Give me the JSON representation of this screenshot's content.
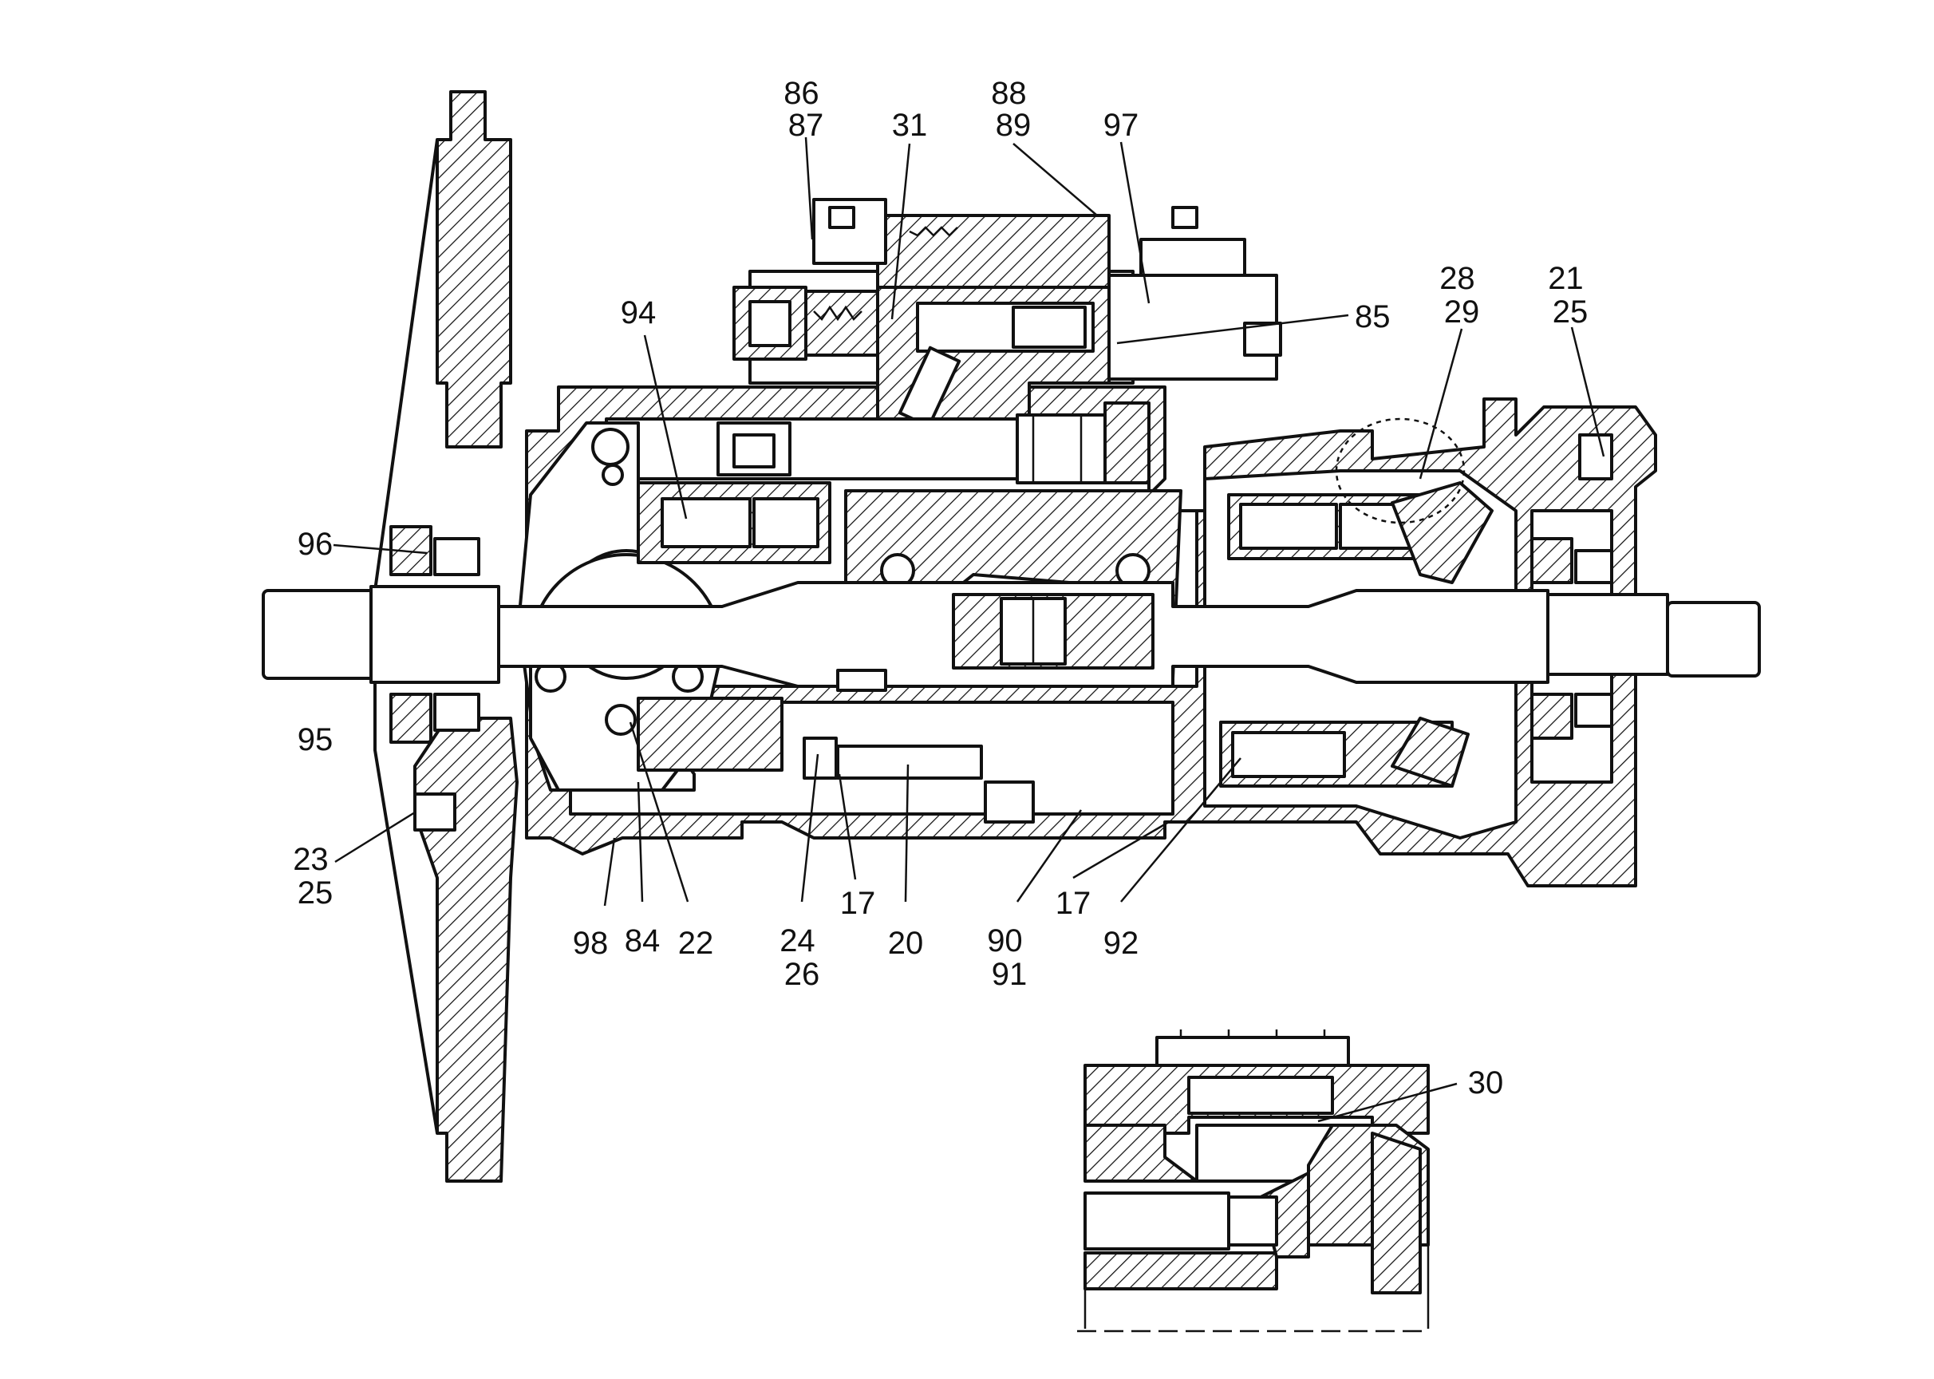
{
  "diagram": {
    "callouts": [
      {
        "id": "c86",
        "lines": [
          "86",
          "87"
        ]
      },
      {
        "id": "c31",
        "lines": [
          "31"
        ]
      },
      {
        "id": "c88",
        "lines": [
          "88",
          "89"
        ]
      },
      {
        "id": "c97",
        "lines": [
          "97"
        ]
      },
      {
        "id": "c94",
        "lines": [
          "94"
        ]
      },
      {
        "id": "c85",
        "lines": [
          "85"
        ]
      },
      {
        "id": "c28",
        "lines": [
          "28",
          "29"
        ]
      },
      {
        "id": "c21",
        "lines": [
          "21",
          "25"
        ]
      },
      {
        "id": "c96",
        "lines": [
          "96"
        ]
      },
      {
        "id": "c95",
        "lines": [
          "95"
        ]
      },
      {
        "id": "c23",
        "lines": [
          "23",
          "25"
        ]
      },
      {
        "id": "c98",
        "lines": [
          "98"
        ]
      },
      {
        "id": "c84",
        "lines": [
          "84"
        ]
      },
      {
        "id": "c22",
        "lines": [
          "22"
        ]
      },
      {
        "id": "c24",
        "lines": [
          "24",
          "26"
        ]
      },
      {
        "id": "c17a",
        "lines": [
          "17"
        ]
      },
      {
        "id": "c20",
        "lines": [
          "20"
        ]
      },
      {
        "id": "c90",
        "lines": [
          "90",
          "91"
        ]
      },
      {
        "id": "c17b",
        "lines": [
          "17"
        ]
      },
      {
        "id": "c92",
        "lines": [
          "92"
        ]
      },
      {
        "id": "c30",
        "lines": [
          "30"
        ]
      }
    ]
  }
}
